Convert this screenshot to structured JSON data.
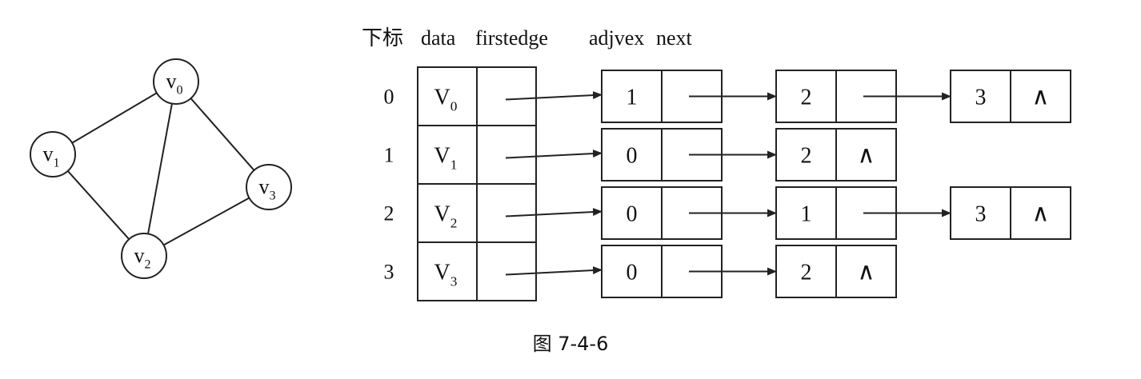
{
  "graph": {
    "vertices": [
      {
        "id": "v0",
        "base": "v",
        "sub": "0"
      },
      {
        "id": "v1",
        "base": "v",
        "sub": "1"
      },
      {
        "id": "v2",
        "base": "v",
        "sub": "2"
      },
      {
        "id": "v3",
        "base": "v",
        "sub": "3"
      }
    ],
    "edges": [
      [
        "v0",
        "v1"
      ],
      [
        "v0",
        "v2"
      ],
      [
        "v0",
        "v3"
      ],
      [
        "v1",
        "v2"
      ],
      [
        "v2",
        "v3"
      ]
    ]
  },
  "table": {
    "header": {
      "index": "下标",
      "data": "data",
      "firstedge": "firstedge",
      "adjvex": "adjvex",
      "next": "next"
    },
    "rows": [
      {
        "index": "0",
        "base": "V",
        "sub": "0",
        "edges": [
          "1",
          "2",
          "3"
        ]
      },
      {
        "index": "1",
        "base": "V",
        "sub": "1",
        "edges": [
          "0",
          "2"
        ]
      },
      {
        "index": "2",
        "base": "V",
        "sub": "2",
        "edges": [
          "0",
          "1",
          "3"
        ]
      },
      {
        "index": "3",
        "base": "V",
        "sub": "3",
        "edges": [
          "0",
          "2"
        ]
      }
    ],
    "null_symbol": "∧"
  },
  "caption": "图 7-4-6"
}
